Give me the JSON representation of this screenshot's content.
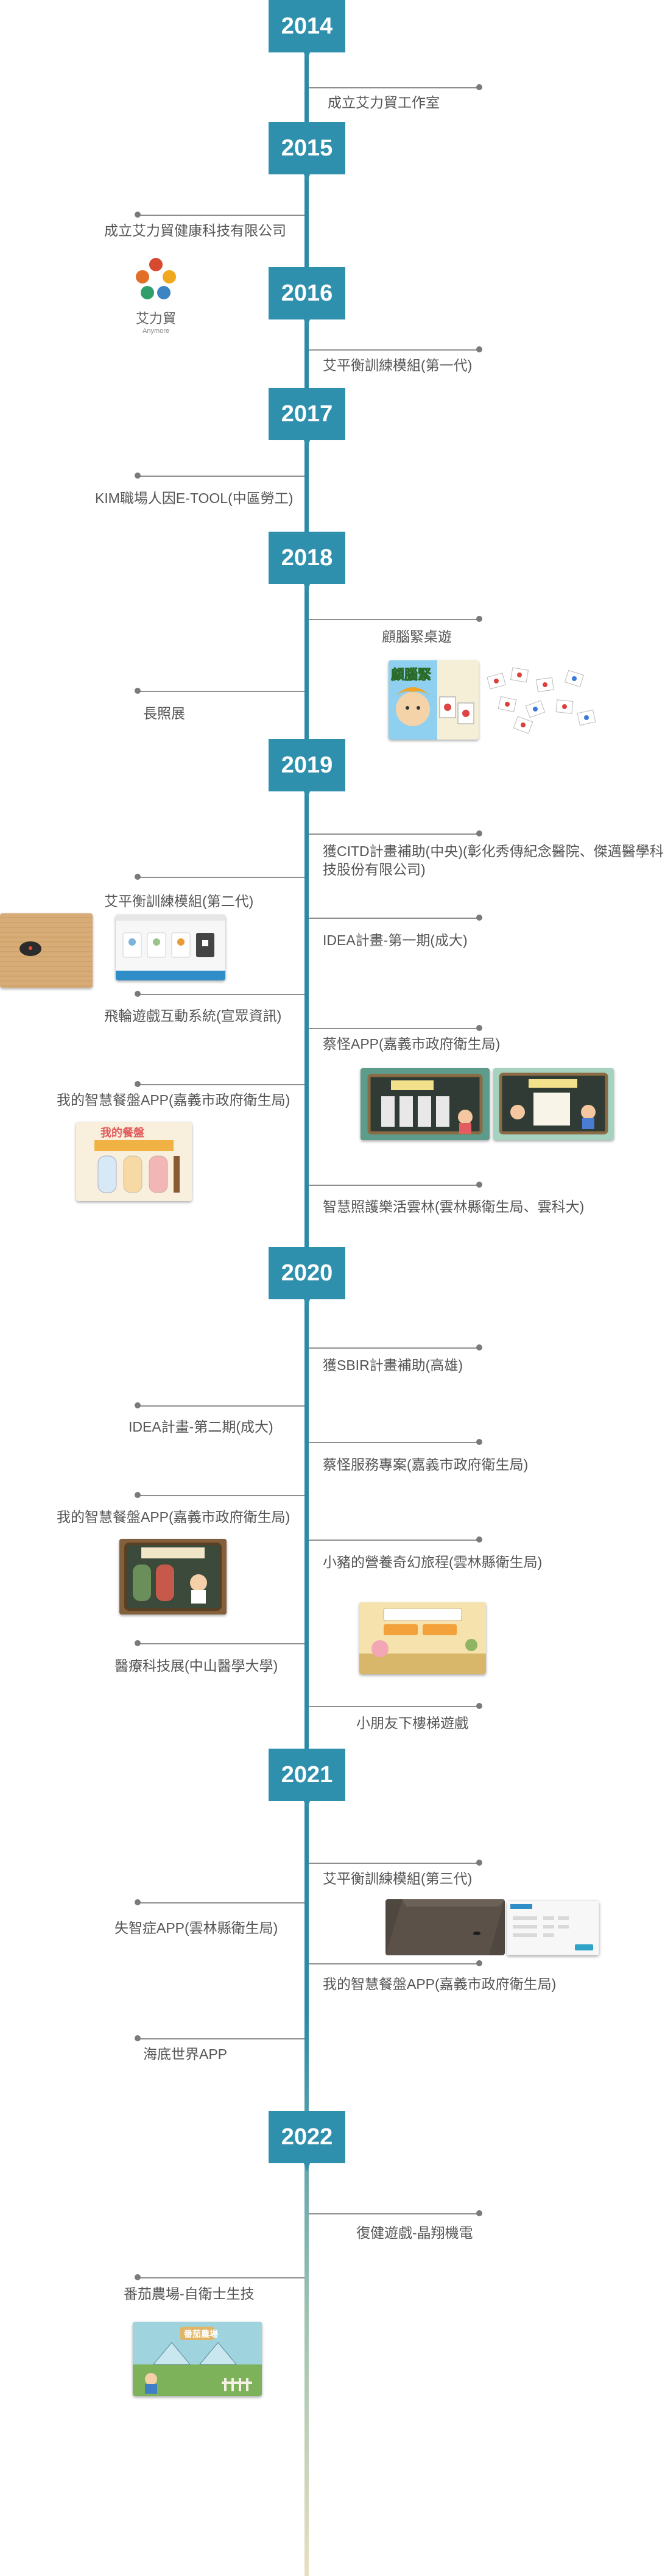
{
  "years": [
    "2014",
    "2015",
    "2016",
    "2017",
    "2018",
    "2019",
    "2020",
    "2021",
    "2022"
  ],
  "events": {
    "e2014_1": "成立艾力貿工作室",
    "e2015_1": "成立艾力貿健康科技有限公司",
    "logo_name": "艾力貿",
    "logo_sub": "Anymore",
    "e2016_1": "艾平衡訓練模組(第一代)",
    "e2017_1": "KIM職場人因E-TOOL(中區勞工)",
    "e2018_1": "顧腦緊桌遊",
    "e2018_2": "長照展",
    "e2019_1": "獲CITD計畫補助(中央)(彰化秀傳紀念醫院、傑邁醫學科技股份有限公司)",
    "e2019_2": "艾平衡訓練模組(第二代)",
    "e2019_3": "IDEA計畫-第一期(成大)",
    "e2019_4": "飛輪遊戲互動系統(宣眾資訊)",
    "e2019_5": "蔡怪APP(嘉義市政府衛生局)",
    "e2019_6": "我的智慧餐盤APP(嘉義市政府衛生局)",
    "e2019_7": "智慧照護樂活雲林(雲林縣衛生局、雲科大)",
    "e2020_1": "獲SBIR計畫補助(高雄)",
    "e2020_2": "IDEA計畫-第二期(成大)",
    "e2020_3": "蔡怪服務專案(嘉義市政府衛生局)",
    "e2020_4": "我的智慧餐盤APP(嘉義市政府衛生局)",
    "e2020_5": "小豬的營養奇幻旅程(雲林縣衛生局)",
    "e2020_6": "醫療科技展(中山醫學大學)",
    "e2020_7": "小朋友下樓梯遊戲",
    "e2021_1": "艾平衡訓練模組(第三代)",
    "e2021_2": "失智症APP(雲林縣衛生局)",
    "e2021_3": "我的智慧餐盤APP(嘉義市政府衛生局)",
    "e2021_4": "海底世界APP",
    "e2022_1": "復健遊戲-晶翔機電",
    "e2022_2": "番茄農場-自衛士生技"
  },
  "thumb_text": {
    "game_title": "顧腦緊",
    "plate_title": "我的餐盤",
    "farm_title": "番茄農場"
  },
  "colors": {
    "axis": "#2b8aa7",
    "year_badge": "#2f90ad",
    "connector": "#8e8e8e"
  }
}
